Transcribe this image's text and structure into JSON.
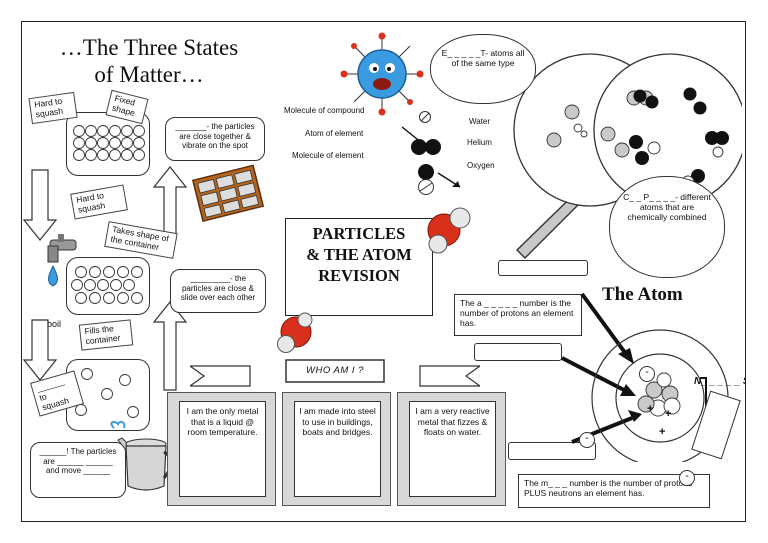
{
  "title": {
    "line1": "…The Three States",
    "line2": "of Matter…"
  },
  "solid": {
    "hard_to_squash": "Hard to squash",
    "fixed_shape": "Fixed shape",
    "callout": "_______- the particles are close together & vibrate on the spot"
  },
  "liquid": {
    "hard_to_squash": "Hard to squash",
    "takes_shape": "Takes shape of the container",
    "callout": "_________- the particles are close & slide over each other"
  },
  "gas": {
    "boil": "boil",
    "fills_container": "Fills the container",
    "easy_to_squash": "______ to squash",
    "callout": "______! The particles are ______ ______ and move ______"
  },
  "molecules": {
    "compound": "Molecule of compound",
    "atom_element": "Atom of element",
    "molecule_element": "Molecule of element",
    "water": "Water",
    "helium": "Helium",
    "oxygen": "Oxygen"
  },
  "clouds": {
    "element": "E_ _ _ _ _T- atoms all of the same type",
    "compound": "C_ _ P_ _ _ _- different atoms that are chemically combined"
  },
  "center_title": "PARTICLES & THE ATOM REVISION",
  "who_am_i": {
    "banner": "WHO AM I ?",
    "cards": [
      "I am the only metal that is a liquid @ room temperature.",
      "I am made into steel to use in buildings, boats and bridges.",
      "I am a very reactive metal that fizzes & floats on water."
    ]
  },
  "atom": {
    "heading": "The Atom",
    "atomic_number": "The a _ _ _ _ _ number is the number of protons an element has.",
    "mass_number": "The m_ _ _ number is the number of protons PLUS neutrons an element has.",
    "nucleus_label": "N_ _ _ _ _ S",
    "electron_symbol": "-",
    "proton_symbol": "+"
  },
  "colors": {
    "accent_blue": "#3b9be0",
    "oxygen_red": "#d9301c",
    "arrow_grey": "#c8c8c8",
    "panel_grey": "#d8d8d8"
  }
}
